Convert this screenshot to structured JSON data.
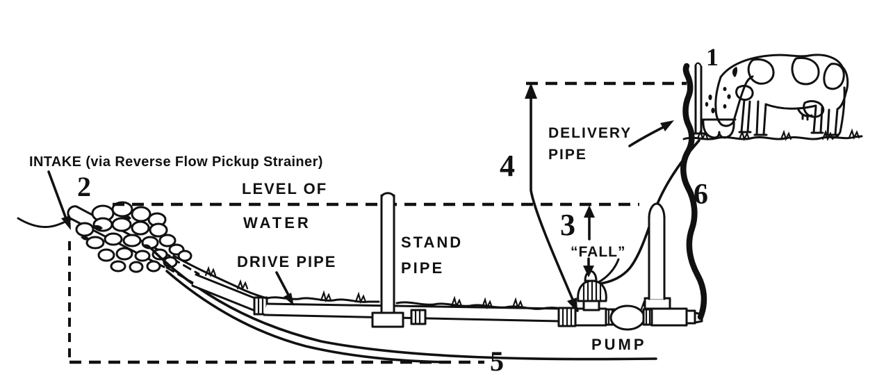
{
  "colors": {
    "ink": "#111111",
    "paper": "#ffffff"
  },
  "labels": {
    "intake": "INTAKE (via Reverse Flow Pickup Strainer)",
    "level_of": "LEVEL OF",
    "water": "WATER",
    "drive_pipe": "DRIVE PIPE",
    "stand_pipe_line1": "STAND",
    "stand_pipe_line2": "PIPE",
    "delivery_pipe_line1": "DELIVERY",
    "delivery_pipe_line2": "PIPE",
    "fall": "“FALL”",
    "pump": "PUMP"
  },
  "numbers": {
    "point_1": "1",
    "point_2": "2",
    "point_3": "3",
    "point_4": "4",
    "point_5": "5",
    "point_6": "6"
  }
}
